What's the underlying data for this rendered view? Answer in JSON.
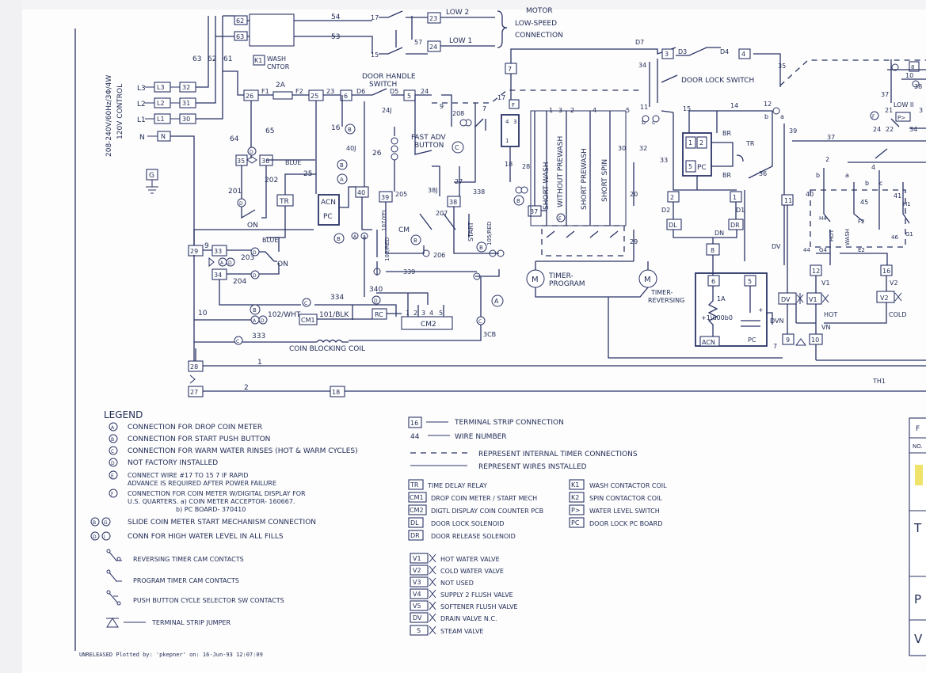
{
  "supply": {
    "voltage_label": "208-240V/60Hz/3Φ/4W",
    "control_label": "120V CONTROL",
    "lines": [
      "L3",
      "L2",
      "L1",
      "N"
    ],
    "ground": "G"
  },
  "header_texts": {
    "motor": "MOTOR",
    "low_speed": "LOW-SPEED",
    "connection": "CONNECTION",
    "low2": "LOW 2",
    "low1": "LOW 1",
    "wash_cntor": "WASH",
    "wash_cntor2": "CNTOR",
    "door_handle": "DOOR HANDLE",
    "door_handle2": "SWITCH",
    "door_lock_switch": "DOOR LOCK SWITCH",
    "fast_adv": "FAST ADV",
    "fast_adv2": "BUTTON",
    "timer_program": "TIMER-",
    "timer_program2": "PROGRAM",
    "timer_reversing": "TIMER-",
    "timer_reversing2": "REVERSING",
    "coin_blocking_coil": "COIN BLOCKING COIL",
    "start": "START",
    "fuse_rating": "2A",
    "cm": "CM",
    "hot": "HOT",
    "cold": "COLD",
    "low_ii": "LOW II",
    "on1": "ON",
    "on2": "ON",
    "blue1": "BLUE",
    "blue2": "BLUE",
    "white": "102/WHT",
    "black": "101/BLK",
    "yel": "107/YEL",
    "red1": "103/RED",
    "red2": "105/RED",
    "wash": "WASH",
    "hot2": "HOT",
    "th1": "TH1",
    "tr": "TR",
    "br1": "BR",
    "br2": "BR",
    "resistor_1a": "1A",
    "pc": "PC",
    "acn": "ACN",
    "cycles": [
      "SHORT WASH",
      "WITHOUT PREWASH",
      "SHORT PREWASH",
      "SHORT SPIN"
    ]
  },
  "components": {
    "k1": "K1",
    "tr": "TR",
    "acn": "ACN",
    "pc": "PC",
    "cm1": "CM1",
    "cm2": "CM2",
    "rc": "RC",
    "dl": "DL",
    "dr": "DR",
    "dv": "DV",
    "v1": "V1",
    "v2": "V2",
    "pc_box": "PC"
  },
  "legend": {
    "title": "LEGEND",
    "marked": [
      {
        "sym": "A",
        "text": "CONNECTION FOR DROP COIN METER"
      },
      {
        "sym": "B",
        "text": "CONNECTION FOR START PUSH BUTTON"
      },
      {
        "sym": "C",
        "text": "CONNECTION FOR WARM WATER RINSES (HOT & WARM CYCLES)"
      },
      {
        "sym": "D",
        "text": "NOT FACTORY INSTALLED"
      },
      {
        "sym": "E",
        "text": "CONNECT WIRE #17 TO 15 7 IF RAPID"
      },
      {
        "sym": "",
        "text": "ADVANCE IS REQUIRED AFTER POWER FAILURE"
      },
      {
        "sym": "F",
        "text": "CONNECTION FOR COIN METER W/DIGITAL DISPLAY FOR"
      },
      {
        "sym": "",
        "text": "U.S. QUARTERS.  a) COIN METER ACCEPTOR- 160667."
      },
      {
        "sym": "",
        "text": "b) PC BOARD- 370410"
      }
    ],
    "slide": "SLIDE COIN METER START MECHANISM CONNECTION",
    "high_water": "CONN FOR HIGH WATER LEVEL IN ALL FILLS",
    "reversing": "REVERSING TIMER CAM CONTACTS",
    "program": "PROGRAM TIMER CAM CONTACTS",
    "push": "PUSH BUTTON CYCLE SELECTOR SW CONTACTS",
    "jumper": "TERMINAL STRIP JUMPER",
    "terminal_num": "16",
    "terminal": "TERMINAL STRIP CONNECTION",
    "wire_num": "44",
    "wire": "WIRE NUMBER",
    "internal": "REPRESENT INTERNAL TIMER CONNECTIONS",
    "installed": "REPRESENT WIRES INSTALLED",
    "abbrev_left": [
      {
        "code": "TR",
        "text": "TIME DELAY RELAY"
      },
      {
        "code": "CM1",
        "text": "DROP COIN METER / START MECH"
      },
      {
        "code": "CM2",
        "text": "DIGTL DISPLAY COIN COUNTER PCB"
      },
      {
        "code": "DL",
        "text": "DOOR LOCK SOLENOID"
      },
      {
        "code": "DR",
        "text": "DOOR RELEASE SOLENOID"
      }
    ],
    "abbrev_right": [
      {
        "code": "K1",
        "text": "WASH CONTACTOR COIL"
      },
      {
        "code": "K2",
        "text": "SPIN CONTACTOR COIL"
      },
      {
        "code": "P>",
        "text": "WATER LEVEL SWITCH"
      },
      {
        "code": "PC",
        "text": "DOOR LOCK PC BOARD"
      }
    ],
    "valves": [
      {
        "code": "V1",
        "text": "HOT WATER VALVE"
      },
      {
        "code": "V2",
        "text": "COLD WATER VALVE"
      },
      {
        "code": "V3",
        "text": "NOT USED"
      },
      {
        "code": "V4",
        "text": "SUPPLY 2 FLUSH VALVE"
      },
      {
        "code": "V5",
        "text": "SOFTENER FLUSH VALVE"
      },
      {
        "code": "DV",
        "text": "DRAIN VALVE N.C."
      },
      {
        "code": "S",
        "text": "STEAM VALVE"
      }
    ]
  },
  "title_block": {
    "col_f": "F",
    "col_no": "NO.",
    "row_t": "T",
    "row_p": "P",
    "row_v": "V"
  },
  "footer": "UNRELEASED  Plotted by: 'pkepner'  on: 16-Jun-93 12:07:09"
}
